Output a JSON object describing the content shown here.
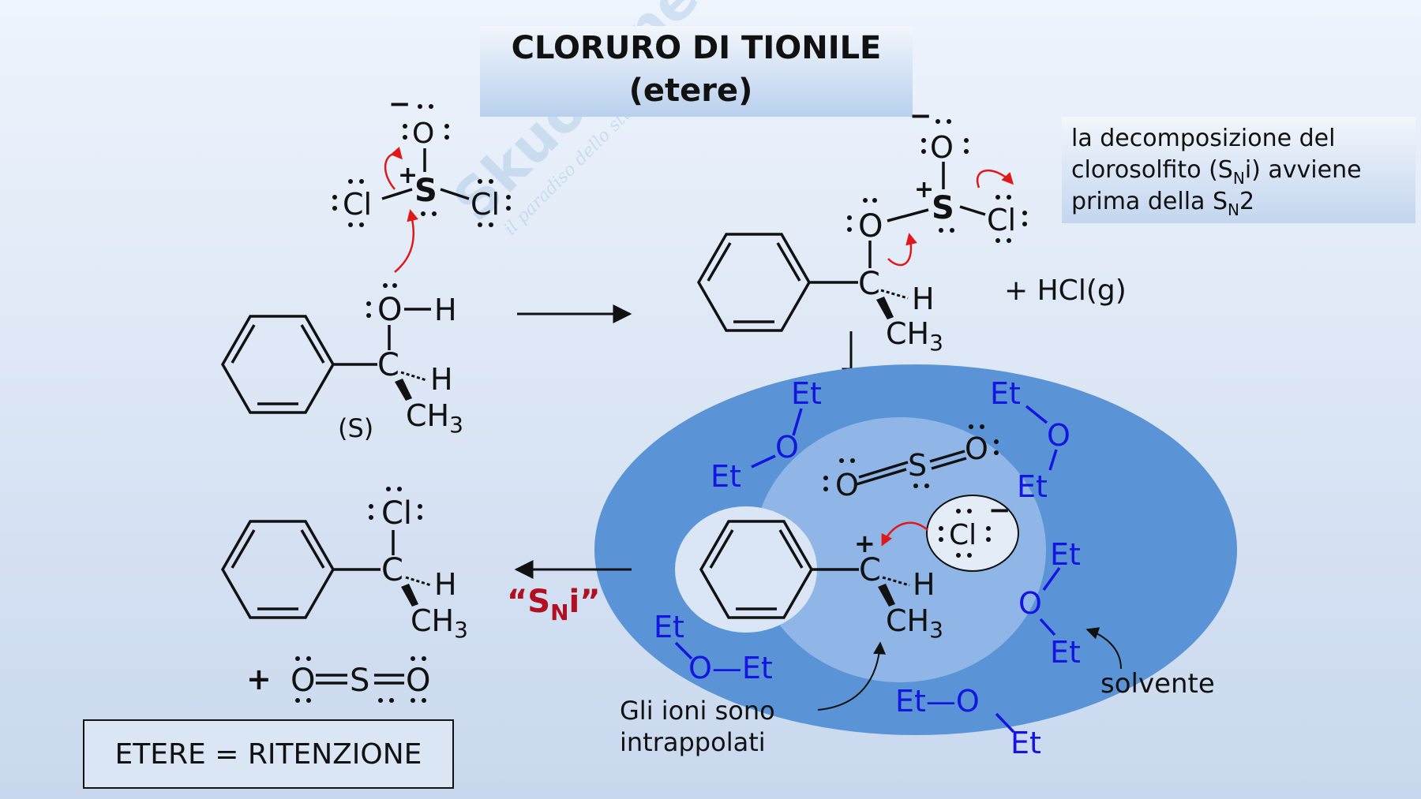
{
  "title": {
    "line1": "CLORURO DI TIONILE",
    "line2": "(etere)"
  },
  "note": {
    "line1": "la decomposizione del",
    "line2_pre": "clorosolfito (S",
    "line2_sub": "N",
    "line2_post": "i) avviene",
    "line3_pre": "prima della S",
    "line3_sub": "N",
    "line3_post": "2"
  },
  "watermark": {
    "main": "Skuola.net",
    "tagline": "il paradiso dello studente"
  },
  "thionyl": {
    "o": "O",
    "s": "S",
    "cl": "Cl",
    "minus": "−",
    "plus": "+"
  },
  "alcohol": {
    "o": "O",
    "h": "H",
    "c": "C",
    "h2": "H",
    "ch3": "CH",
    "ch3_sub": "3",
    "config": "(S)"
  },
  "chlorosulfite": {
    "o_top": "O",
    "s": "S",
    "cl": "Cl",
    "o": "O",
    "c": "C",
    "h": "H",
    "ch3": "CH",
    "ch3_sub": "3",
    "minus": "−",
    "plus": "+"
  },
  "byproduct": "+ HCl(g)",
  "ion_pair": {
    "o1": "O",
    "s": "S",
    "o2": "O",
    "cl": "Cl",
    "c": "C",
    "h": "H",
    "ch3": "CH",
    "ch3_sub": "3",
    "plus": "+",
    "minus": "−"
  },
  "solvent": {
    "et": "Et",
    "o": "O",
    "label": "solvente",
    "ether_inline_1": "O—Et",
    "ether_inline_2": "Et—O"
  },
  "trapped_label": {
    "line1": "Gli ioni sono",
    "line2": "intrappolati"
  },
  "sni_label": {
    "open": "“S",
    "sub": "N",
    "close": "i”"
  },
  "product": {
    "cl": "Cl",
    "c": "C",
    "h": "H",
    "ch3": "CH",
    "ch3_sub": "3",
    "so2_plus": "+",
    "so2_o1": "O",
    "so2_s": "S",
    "so2_o2": "O"
  },
  "conclusion": "ETERE = RITENZIONE",
  "colors": {
    "bg_top": "#eaf1fb",
    "bg_bottom": "#cfdcef",
    "ring_outer": "#5b95d6",
    "ring_inner": "#dbe7f6",
    "blue_text": "#1515e0",
    "red_text": "#b01020"
  }
}
